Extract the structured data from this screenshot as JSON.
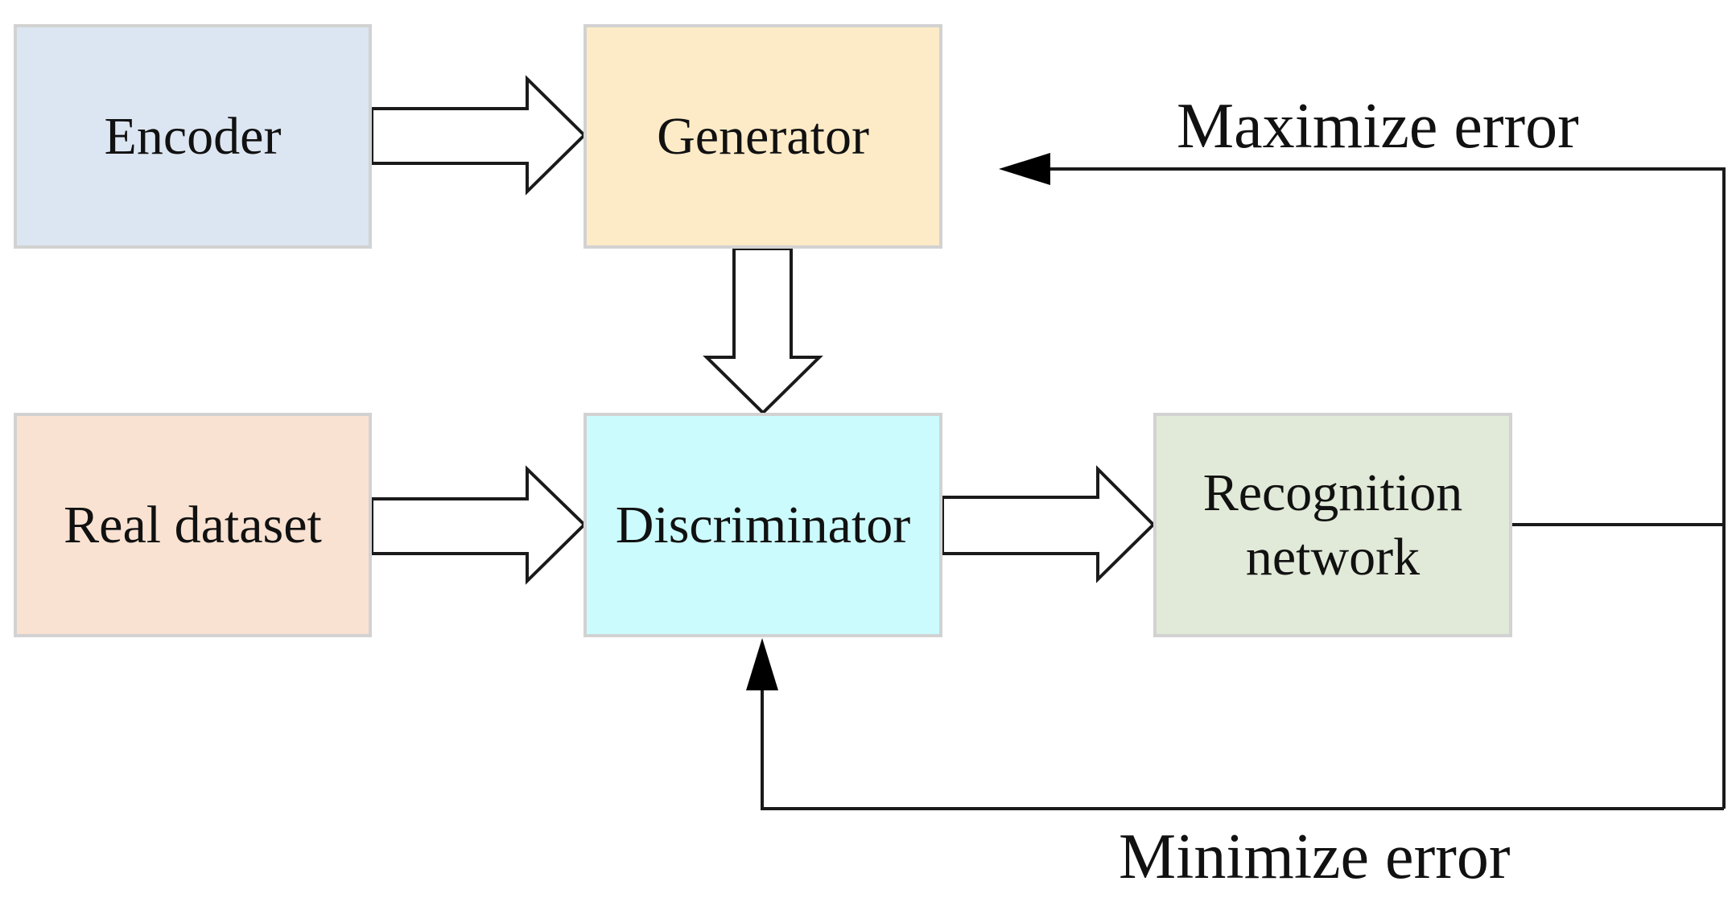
{
  "nodes": {
    "encoder": {
      "label": "Encoder",
      "fill": "#dce6f2"
    },
    "generator": {
      "label": "Generator",
      "fill": "#fdebc8"
    },
    "real_dataset": {
      "label": "Real dataset",
      "fill": "#f9e2d2"
    },
    "discriminator": {
      "label": "Discriminator",
      "fill": "#ccfbfd"
    },
    "recognition_network": {
      "label": "Recognition\nnetwork",
      "fill": "#e1ead8"
    }
  },
  "edges": {
    "maximize_label": "Maximize error",
    "minimize_label": "Minimize error"
  },
  "colors": {
    "box_border": "#d2d2d2",
    "arrow_stroke": "#1a1a1a",
    "arrow_fill": "#ffffff",
    "text": "#111111"
  }
}
